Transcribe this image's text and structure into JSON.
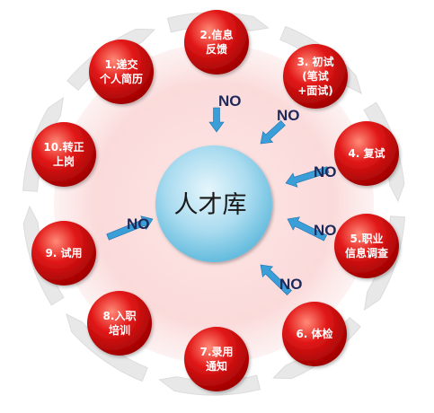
{
  "diagram": {
    "center": {
      "label": "人才库"
    },
    "nodes": [
      {
        "lines": [
          "1.递交",
          "个人简历"
        ]
      },
      {
        "lines": [
          "2.信息",
          "反馈"
        ]
      },
      {
        "lines": [
          "3. 初试",
          "(笔试",
          "+面试)"
        ]
      },
      {
        "lines": [
          "4. 复试"
        ]
      },
      {
        "lines": [
          "5.职业",
          "信息调查"
        ]
      },
      {
        "lines": [
          "6. 体检"
        ]
      },
      {
        "lines": [
          "7.录用",
          "通知"
        ]
      },
      {
        "lines": [
          "8.入职",
          "培训"
        ]
      },
      {
        "lines": [
          "9. 试用"
        ]
      },
      {
        "lines": [
          "10.转正",
          "上岗"
        ]
      }
    ],
    "no_arrows": [
      {
        "label": "NO"
      },
      {
        "label": "NO"
      },
      {
        "label": "NO"
      },
      {
        "label": "NO"
      },
      {
        "label": "NO"
      },
      {
        "label": "NO"
      }
    ],
    "colors": {
      "node_fill": "#e21818",
      "node_dark": "#9e0000",
      "node_light": "#ff7a6a",
      "center_light": "#dff3fb",
      "center_dark": "#5cb8dc",
      "arrow": "#3a9fd8",
      "halo": "#fbdddd",
      "cycle_arrow": "#e8e8e8"
    }
  }
}
